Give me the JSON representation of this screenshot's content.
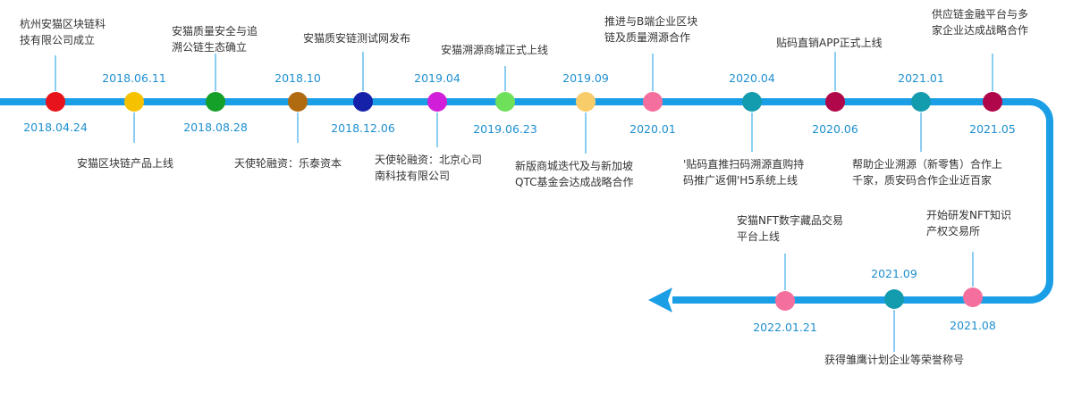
{
  "colors": {
    "track": "#1a9ee6",
    "leader": "#1a9ee6",
    "date_text": "#1e8fcf",
    "event_text": "#333333"
  },
  "milestones": [
    {
      "date": "2018.04.24",
      "color": "#e8141c",
      "lines": [
        "杭州安猫区块链科",
        "技有限公司成立"
      ]
    },
    {
      "date": "2018.06.11",
      "color": "#f6c200",
      "lines": [
        "安猫区块链产品上线"
      ]
    },
    {
      "date": "2018.08.28",
      "color": "#15a02a",
      "lines": [
        "安猫质量安全与追",
        "溯公链生态确立"
      ]
    },
    {
      "date": "2018.10",
      "color": "#b06a10",
      "lines": [
        "天使轮融资：乐泰资本"
      ]
    },
    {
      "date": "2018.12.06",
      "color": "#1521a8",
      "lines": [
        "安猫质安链测试网发布"
      ]
    },
    {
      "date": "2019.04",
      "color": "#d11ed8",
      "lines": [
        "天使轮融资：北京心司",
        "南科技有限公司"
      ]
    },
    {
      "date": "2019.06.23",
      "color": "#6fe05a",
      "lines": [
        "安猫溯源商城正式上线"
      ]
    },
    {
      "date": "2019.09",
      "color": "#f9cc6a",
      "lines": [
        "新版商城迭代及与新加坡",
        "QTC基金会达成战略合作"
      ]
    },
    {
      "date": "2020.01",
      "color": "#f46f9d",
      "lines": [
        "推进与B端企业区块",
        "链及质量溯源合作"
      ]
    },
    {
      "date": "2020.04",
      "color": "#139bae",
      "lines": [
        "'贴码直推扫码溯源直购持",
        "码推广返佣'H5系统上线"
      ]
    },
    {
      "date": "2020.06",
      "color": "#b0064a",
      "lines": [
        "贴码直销APP正式上线"
      ]
    },
    {
      "date": "2021.01",
      "color": "#139bae",
      "lines": [
        "帮助企业溯源（新零售）合作上",
        "千家，质安码合作企业近百家"
      ]
    },
    {
      "date": "2021.05",
      "color": "#b0064a",
      "lines": [
        "供应链金融平台与多",
        "家企业达成战略合作"
      ]
    },
    {
      "date": "2021.08",
      "color": "#f46f9d",
      "lines": [
        "开始研发NFT知识",
        "产权交易所"
      ]
    },
    {
      "date": "2021.09",
      "color": "#139bae",
      "lines": [
        "获得雏鹰计划企业等荣誉称号"
      ]
    },
    {
      "date": "2022.01.21",
      "color": "#f46f9d",
      "lines": [
        "安猫NFT数字藏品交易",
        "平台上线"
      ]
    }
  ]
}
